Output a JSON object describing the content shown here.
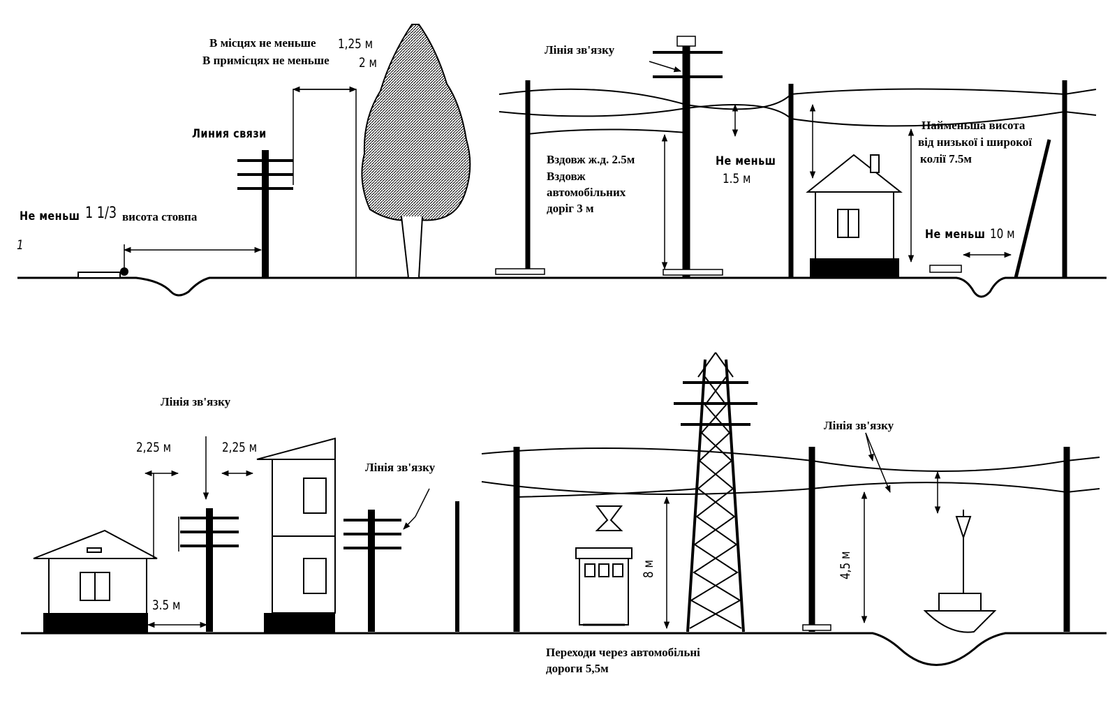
{
  "top": {
    "clearance_city_label": "В місцях не меньше",
    "clearance_city_value": "1,25 м",
    "clearance_suburb_label": "В примісцях не меньше",
    "clearance_suburb_value": "2 м",
    "line_ru": "Линия связи",
    "min_distance_label": "Не меньш",
    "min_distance_fraction": "1 1/3",
    "pole_height_label": "висота стовпа",
    "left_number": "1",
    "comm_line_top": "Лінія зв'язку",
    "along_rail": "Вздовж ж.д. 2.5м",
    "along_roads_1": "Вздовж",
    "along_roads_2": "автомобільних",
    "along_roads_3": "доріг 3 м",
    "min_15_1": "Не меньш",
    "min_15_2": "1.5 м",
    "lowest_height_1": "Найменьша висота",
    "lowest_height_2": "від низької і широкої",
    "lowest_height_3": "колії 7.5м",
    "min_10_label": "Не меньш",
    "min_10_value": "10 м"
  },
  "bottom": {
    "comm_line_left": "Лінія зв'язку",
    "dist_225_left": "2,25 м",
    "dist_225_right": "2,25 м",
    "comm_line_mid": "Лінія зв'язку",
    "dist_35": "3.5 м",
    "height_8": "8 м",
    "comm_line_right": "Лінія зв'язку",
    "height_45": "4,5 м",
    "road_crossing_1": "Переходи через автомобільні",
    "road_crossing_2": "дороги 5,5м"
  }
}
